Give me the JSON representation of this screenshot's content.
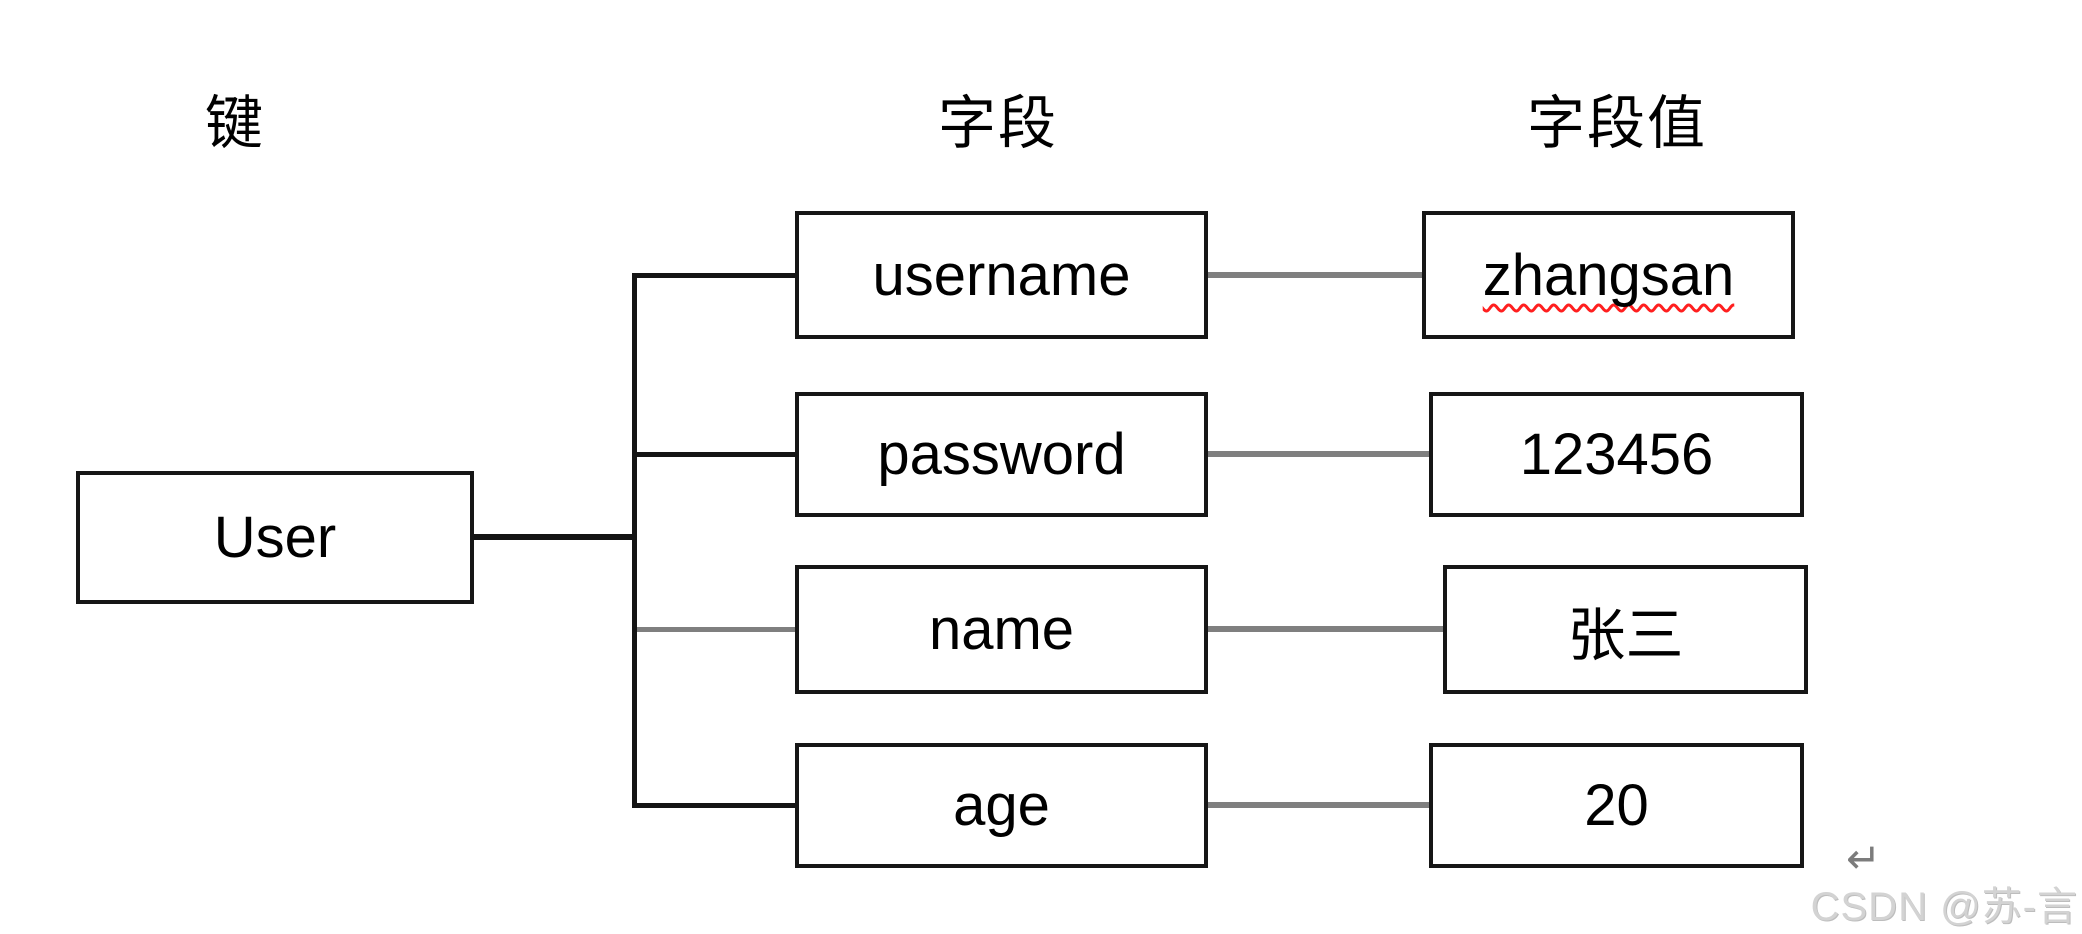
{
  "diagram": {
    "title_semantics": "redis-hash-structure",
    "columns": {
      "key_header": "键",
      "field_header": "字段",
      "value_header": "字段值"
    },
    "key": {
      "label": "User"
    },
    "rows": [
      {
        "field": "username",
        "value": "zhangsan",
        "value_spellcheck_underline": true
      },
      {
        "field": "password",
        "value": "123456"
      },
      {
        "field": "name",
        "value": "张三"
      },
      {
        "field": "age",
        "value": "20"
      }
    ]
  },
  "watermark": {
    "arrow_icon": "↵",
    "text": "CSDN @苏-言"
  },
  "colors": {
    "background": "#ffffff",
    "box_border": "#161616",
    "text": "#000000",
    "line_black": "#141414",
    "line_gray": "#7f7f7f",
    "squiggle_red": "#ff1f1f",
    "watermark_gray": "#d3d3d3"
  }
}
